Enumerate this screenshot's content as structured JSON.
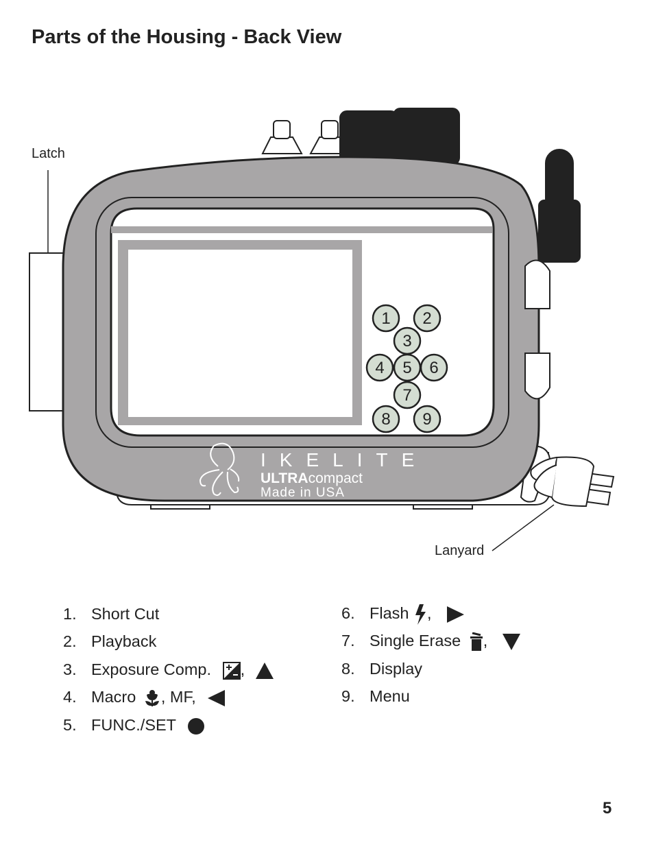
{
  "page": {
    "title": "Parts of the Housing - Back View",
    "page_number": "5"
  },
  "diagram": {
    "callouts": {
      "latch": "Latch",
      "lanyard": "Lanyard"
    },
    "brand": {
      "name": "IKELITE",
      "model_bold": "ULTRA",
      "model_light": "compact",
      "origin": "Made in USA"
    },
    "buttons": [
      "1",
      "2",
      "3",
      "4",
      "5",
      "6",
      "7",
      "8",
      "9"
    ]
  },
  "legend": {
    "left": [
      {
        "num": "1.",
        "label": "Short Cut"
      },
      {
        "num": "2.",
        "label": "Playback"
      },
      {
        "num": "3.",
        "label": "Exposure Comp.",
        "sep": ",",
        "icons": [
          "exposure-comp-icon",
          "up-arrow-icon"
        ]
      },
      {
        "num": "4.",
        "label": "Macro",
        "sep": ", MF,",
        "icons": [
          "macro-flower-icon",
          "left-arrow-icon"
        ]
      },
      {
        "num": "5.",
        "label": "FUNC./SET",
        "icons": [
          "set-circle-icon"
        ]
      }
    ],
    "right": [
      {
        "num": "6.",
        "label": "Flash",
        "sep": ",",
        "icons": [
          "flash-bolt-icon",
          "right-arrow-icon"
        ]
      },
      {
        "num": "7.",
        "label": "Single Erase",
        "sep": ",",
        "icons": [
          "trash-icon",
          "down-arrow-icon"
        ]
      },
      {
        "num": "8.",
        "label": "Display"
      },
      {
        "num": "9.",
        "label": "Menu"
      }
    ]
  }
}
